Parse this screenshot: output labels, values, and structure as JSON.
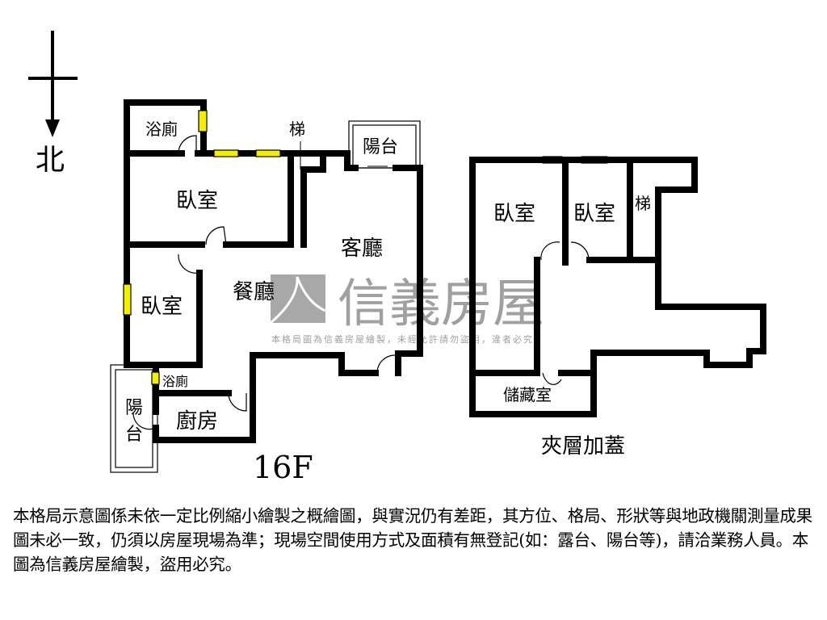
{
  "compass": {
    "label": "北",
    "icon": "north-arrow-icon"
  },
  "watermark": {
    "brand": "信義房屋",
    "notice": "本格局圖為信義房屋繪製，未經允許請勿盜用，違者必究"
  },
  "floor_16f": {
    "title": "16F",
    "rooms": {
      "bath_top": "浴廁",
      "stairs": "梯",
      "balcony_top": "陽台",
      "bedroom_1": "臥室",
      "living": "客廳",
      "dining": "餐廳",
      "bedroom_2": "臥室",
      "bath_small": "浴廁",
      "balcony_side_1": "陽",
      "balcony_side_2": "台",
      "kitchen": "廚房"
    }
  },
  "mezzanine": {
    "title": "夾層加蓋",
    "rooms": {
      "bedroom_1": "臥室",
      "bedroom_2": "臥室",
      "stairs": "梯",
      "storage": "儲藏室"
    }
  },
  "colors": {
    "wall": "#000000",
    "window": "#f3ef00",
    "watermark": "#a0a0a0"
  },
  "disclaimer": "本格局示意圖係未依一定比例縮小繪製之概繪圖，與實況仍有差距，其方位、格局、形狀等與地政機關測量成果圖未必一致，仍須以房屋現場為準；現場空間使用方式及面積有無登記(如：露台、陽台等)，請洽業務人員。本圖為信義房屋繪製，盜用必究。"
}
